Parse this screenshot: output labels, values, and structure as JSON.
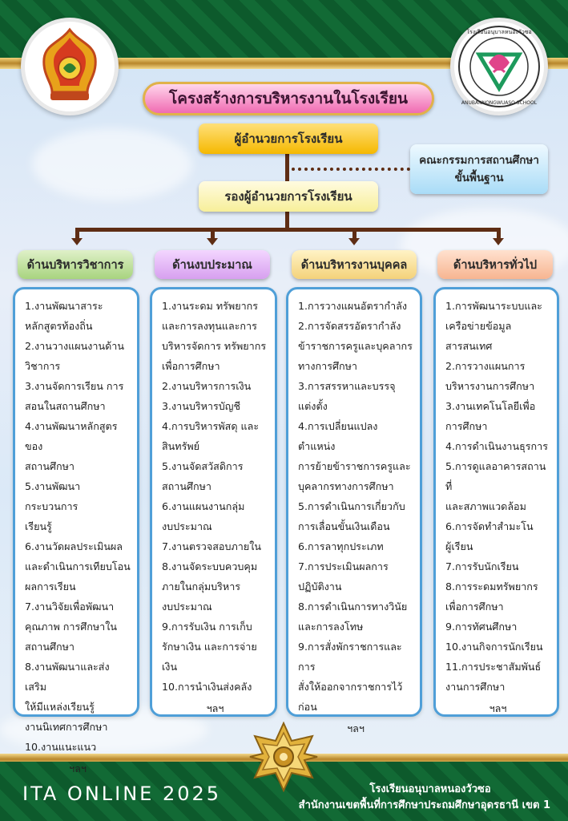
{
  "title": "โครงสร้างการบริหารงานในโรงเรียน",
  "director": "ผู้อำนวยการโรงเรียน",
  "deputy": "รองผู้อำนวยการโรงเรียน",
  "board": {
    "line1": "คณะกรรมการสถานศึกษา",
    "line2": "ขั้นพื้นฐาน"
  },
  "logo_right_text": {
    "top": "โรงเรียนอนุบาลหนองวัวซอ",
    "bottom": "ANUBANNONGWUASO SCHOOL"
  },
  "departments": [
    {
      "name": "ด้านบริหารวิชาการ",
      "items": [
        "1.งานพัฒนาสาระ\nหลักสูตรท้องถิ่น",
        "2.งานวางแผนงานด้าน\nวิชาการ",
        "3.งานจัดการเรียน การ\nสอนในสถานศึกษา",
        "4.งานพัฒนาหลักสูตรของ\nสถานศึกษา",
        "5.งานพัฒนากระบวนการ\nเรียนรู้",
        "6.งานวัดผลประเมินผล\nและดำเนินการเทียบโอน\nผลการเรียน",
        "7.งานวิจัยเพื่อพัฒนา\nคุณภาพ การศึกษาใน\nสถานศึกษา",
        "8.งานพัฒนาและส่งเสริม\nให้มีแหล่งเรียนรู้\nงานนิเทศการศึกษา",
        "10.งานแนะแนว"
      ],
      "etc": "ฯลฯ"
    },
    {
      "name": "ด้านงบประมาณ",
      "items": [
        "1.งานระดม ทรัพยากร\nและการลงทุนและการ\nบริหารจัดการ ทรัพยากร\nเพื่อการศึกษา",
        "2.งานบริหารการเงิน",
        "3.งานบริหารบัญชี",
        "4.การบริหารพัสดุ และ\nสินทรัพย์",
        "5.งานจัดสวัสดิการ\nสถานศึกษา",
        "6.งานแผนงานกลุ่ม\nงบประมาณ",
        "7.งานตรวจสอบภายใน",
        "8.งานจัดระบบควบคุม\nภายในกลุ่มบริหาร\nงบประมาณ",
        "9.การรับเงิน การเก็บ\nรักษาเงิน และการจ่ายเงิน",
        "10.การนำเงินส่งคลัง"
      ],
      "etc": "ฯลฯ"
    },
    {
      "name": "ด้านบริหารงานบุคคล",
      "items": [
        "1.การวางแผนอัตรากำลัง",
        "2.การจัดสรรอัตรากำลัง\nข้าราชการครูและบุคลากร\nทางการศึกษา",
        "3.การสรรหาและบรรจุ\nแต่งตั้ง",
        "4.การเปลี่ยนแปลงตำแหน่ง\nการย้ายข้าราชการครูและ\nบุคลากรทางการศึกษา",
        "5.การดำเนินการเกี่ยวกับ\nการเลื่อนขั้นเงินเดือน",
        "6.การลาทุกประเภท",
        "7.การประเมินผลการ\nปฏิบัติงาน",
        "8.การดำเนินการทางวินัย\nและการลงโทษ",
        "9.การสั่งพักราชการและการ\nสั่งให้ออกจากราชการไว้\nก่อน"
      ],
      "etc": "ฯลฯ"
    },
    {
      "name": "ด้านบริหารทั่วไป",
      "items": [
        "1.การพัฒนาระบบและ\nเครือข่ายข้อมูล\nสารสนเทศ",
        "2.การวางแผนการ\nบริหารงานการศึกษา",
        "3.งานเทคโนโลยีเพื่อ\nการศึกษา",
        "4.การดำเนินงานธุรการ",
        "5.การดูแลอาคารสถานที่\nและสภาพแวดล้อม",
        "6.การจัดทำสำมะโน\nผู้เรียน",
        "7.การรับนักเรียน",
        "8.การระดมทรัพยากร\nเพื่อการศึกษา",
        "9.การทัศนศึกษา",
        "10.งานกิจการนักเรียน",
        "11.การประชาสัมพันธ์\nงานการศึกษา"
      ],
      "etc": "ฯลฯ"
    }
  ],
  "footer": {
    "ita": "ITA ONLINE 2025",
    "school": "โรงเรียนอนุบาลหนองวัวซอ",
    "office": "สำนักงานเขตพื้นที่การศึกษาประถมศึกษาอุดรธานี เขต 1"
  },
  "colors": {
    "green": "#0d5a2c",
    "gold": "#d4a53a",
    "connector": "#5e2d14",
    "column_border": "#4f9fd8",
    "title_pink": "#f06bb2"
  },
  "icons": [
    "obec-emblem-logo",
    "school-logo",
    "gold-ornament-icon"
  ]
}
